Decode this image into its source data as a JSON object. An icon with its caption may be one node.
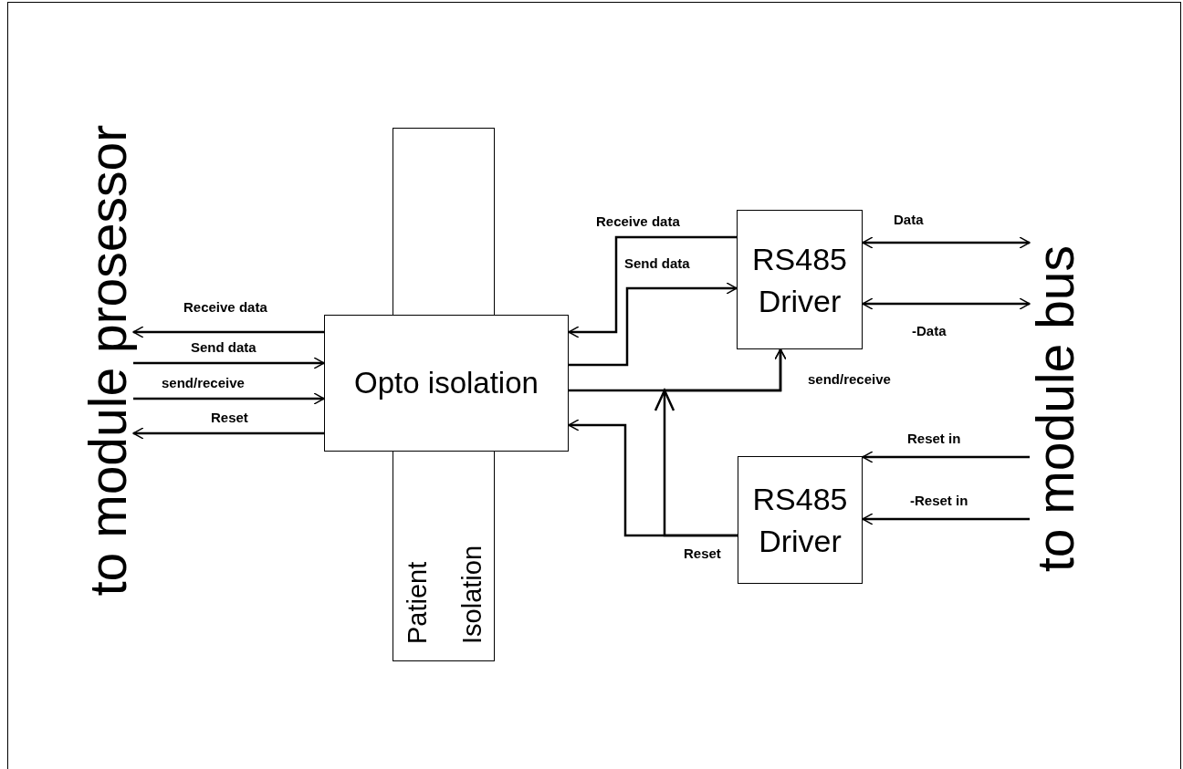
{
  "diagram": {
    "nodes": [
      {
        "text": [
          "to module prosessor"
        ]
      },
      {
        "text": [
          "Patient Isolation"
        ]
      },
      {
        "text": [
          "Opto isolation"
        ]
      },
      {
        "text": [
          "RS485 Driver"
        ]
      },
      {
        "text": [
          "RS485 Driver"
        ]
      },
      {
        "text": [
          "to module bus"
        ]
      }
    ],
    "edges": [
      {
        "from": 2,
        "to": 0,
        "arrow": "to",
        "label": "Receive data"
      },
      {
        "from": 0,
        "to": 2,
        "arrow": "to",
        "label": "Send data"
      },
      {
        "from": 0,
        "to": 2,
        "arrow": "to",
        "label": "send/receive"
      },
      {
        "from": 2,
        "to": 0,
        "arrow": "to",
        "label": "Reset"
      },
      {
        "from": 3,
        "to": 2,
        "arrow": "to",
        "label": "Receive data"
      },
      {
        "from": 2,
        "to": 3,
        "arrow": "to",
        "label": "Send data"
      },
      {
        "from": 2,
        "to": 3,
        "arrow": "to",
        "label": "send/receive"
      },
      {
        "from": 4,
        "to": 2,
        "arrow": "to",
        "label": "Reset"
      },
      {
        "from": 4,
        "to": 3,
        "arrow": "to"
      },
      {
        "from": 3,
        "to": 5,
        "arrow": "both",
        "label": "Data"
      },
      {
        "from": 3,
        "to": 5,
        "arrow": "both",
        "label": "-Data"
      },
      {
        "from": 5,
        "to": 4,
        "arrow": "to",
        "label": "Reset in"
      },
      {
        "from": 5,
        "to": 4,
        "arrow": "to",
        "label": "-Reset in"
      }
    ]
  }
}
